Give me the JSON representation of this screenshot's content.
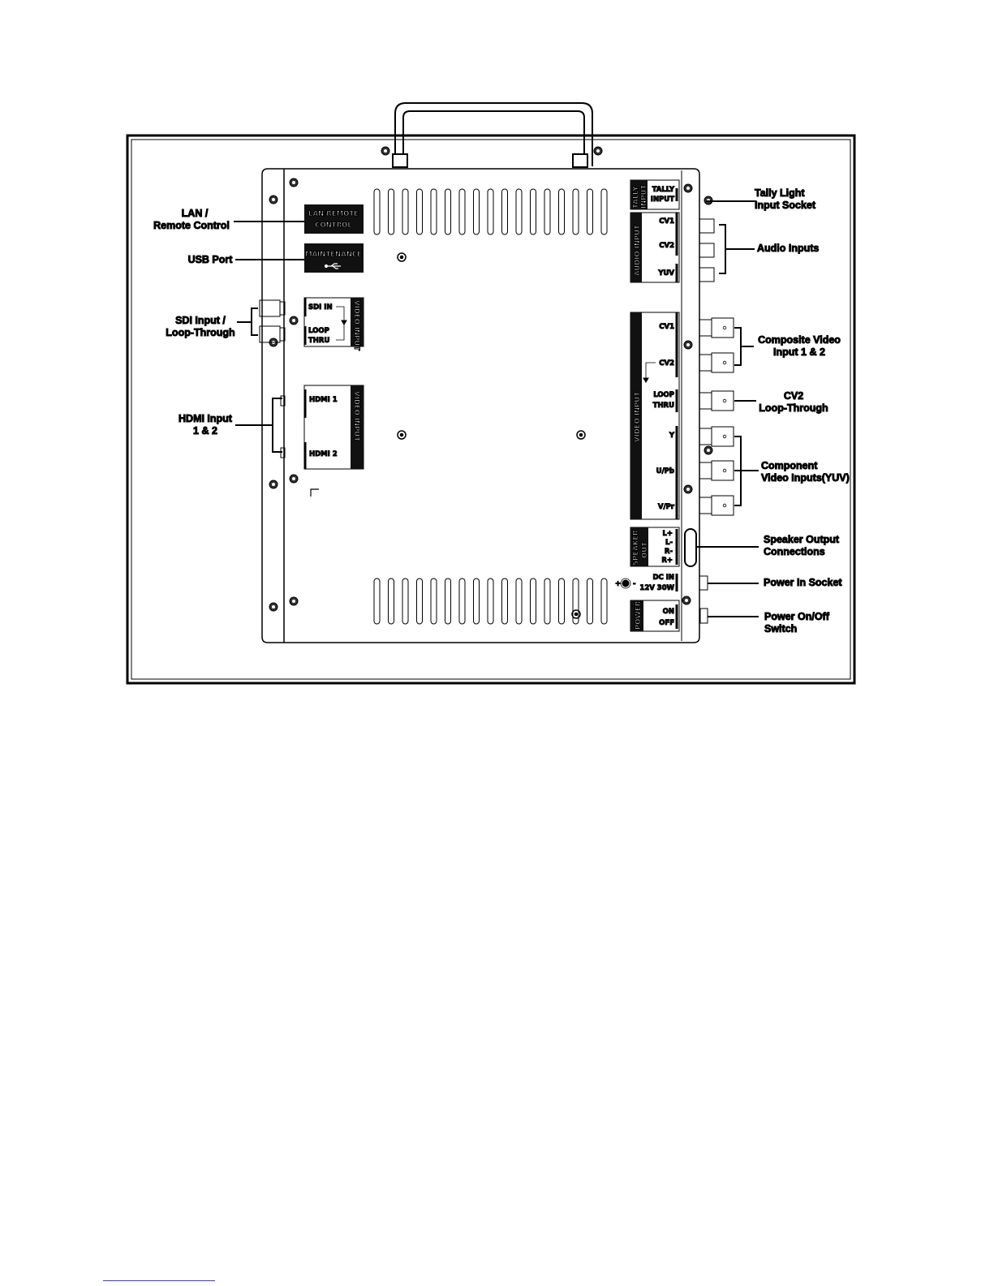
{
  "callouts": {
    "lan": [
      "LAN /",
      "Remote Control"
    ],
    "usb": "USB Port",
    "sdi": [
      "SDI Input /",
      "Loop-Through"
    ],
    "hdmi": [
      "HDMI Input",
      "1 & 2"
    ],
    "tally": [
      "Tally Light",
      "Input Socket"
    ],
    "audio": "Audio Inputs",
    "composite": [
      "Composite Video",
      "Input 1 & 2"
    ],
    "cv2_loop": [
      "CV2",
      "Loop-Through"
    ],
    "component": [
      "Component",
      "Video Inputs(YUV)"
    ],
    "speaker": [
      "Speaker Output",
      "Connections"
    ],
    "power_in": "Power In Socket",
    "power_switch": [
      "Power On/Off",
      "Switch"
    ]
  },
  "panel_labels": {
    "lan_remote": [
      "LAN/REMOTE",
      "CONTROL"
    ],
    "maintenance": "MAINTENANCE",
    "sdi_in": "SDI IN",
    "loop_thru": [
      "LOOP",
      "THRU"
    ],
    "video_input": "VIDEO INPUT",
    "hdmi1": "HDMI 1",
    "hdmi2": "HDMI 2",
    "tally_header": [
      "TALLY",
      "INPUT"
    ],
    "tally_input": [
      "TALLY",
      "INPUT"
    ],
    "audio_input": "AUDIO INPUT",
    "audio_ports": [
      "CV1",
      "CV2",
      "YUV"
    ],
    "video_ports": [
      "CV1",
      "CV2",
      "LOOP",
      "THRU",
      "Y",
      "U/Pb",
      "V/Pr"
    ],
    "speaker_out": [
      "SPEAKER",
      "OUT"
    ],
    "speaker_pins": [
      "L+",
      "L-",
      "R-",
      "R+"
    ],
    "dc_in": [
      "DC IN",
      "12V 30W"
    ],
    "dc_polarity": [
      "+",
      "-"
    ],
    "power": "POWER",
    "power_states": [
      "ON",
      "OFF"
    ]
  }
}
